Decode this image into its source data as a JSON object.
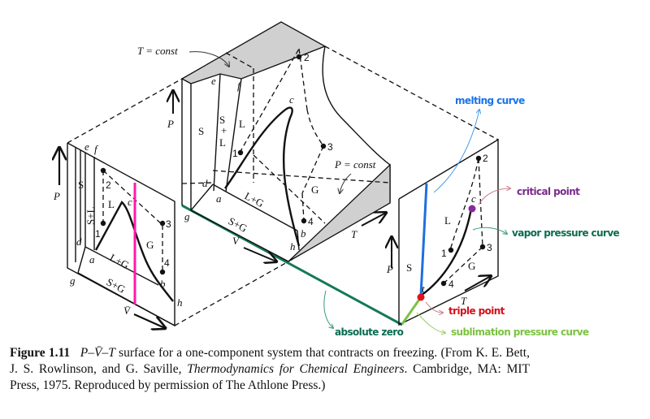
{
  "figure": {
    "type": "P-V-T surface diagram",
    "left_panel": {
      "axis_P": "P",
      "axis_V": "V̄",
      "point_labels": [
        "e",
        "f",
        "d",
        "a",
        "c",
        "b",
        "g",
        "h"
      ],
      "region_labels": [
        "S",
        "S+L",
        "L",
        "G",
        "L+G",
        "S+G"
      ],
      "state_points": [
        "1",
        "2",
        "3",
        "4"
      ]
    },
    "center_surface": {
      "axis_P": "P",
      "axis_V": "V",
      "axis_T": "T",
      "annotation_T_const": "T = const",
      "annotation_P_const": "P = const",
      "point_labels": [
        "e",
        "f",
        "c",
        "d",
        "a",
        "b",
        "g",
        "h"
      ],
      "region_labels": [
        "S",
        "S",
        "+",
        "L",
        "L",
        "G",
        "L+G",
        "S+G"
      ],
      "state_points": [
        "1",
        "2",
        "3",
        "4"
      ]
    },
    "right_panel": {
      "axis_P": "P",
      "axis_T": "T",
      "point_labels": [
        "c",
        "t"
      ],
      "region_labels": [
        "S",
        "L",
        "G"
      ],
      "state_points": [
        "1",
        "2",
        "3",
        "4"
      ]
    }
  },
  "annotations": [
    {
      "text": "melting curve",
      "color": "#1a73e8"
    },
    {
      "text": "critical point",
      "color": "#7b2a8c"
    },
    {
      "text": "vapor pressure curve",
      "color": "#0b6b4f"
    },
    {
      "text": "triple point",
      "color": "#d40f1a"
    },
    {
      "text": "absolute zero",
      "color": "#0b6b4f"
    },
    {
      "text": "sublimation pressure curve",
      "color": "#7cc241"
    }
  ],
  "highlight_colors": {
    "isochore_line": "#ff1aa8",
    "melting_curve_line": "#1f6fe0",
    "absolute_zero_line": "#137a54",
    "sublimation_line": "#7cc241",
    "critical_point_dot": "#8b2a9c",
    "triple_point_dot": "#e01020"
  },
  "caption": {
    "figure_number": "Figure 1.11",
    "title_math": "P–V̄–T",
    "title_rest": " surface for a one-component system that contracts on freezing.",
    "source_prefix": " (From K. E. Bett, J. S. Rowlinson, and G. Saville, ",
    "book_title": "Thermodynamics for Chemical Engineers",
    "source_suffix": ". Cambridge, MA: MIT Press, 1975. Reproduced by permission of The Athlone Press.)"
  }
}
